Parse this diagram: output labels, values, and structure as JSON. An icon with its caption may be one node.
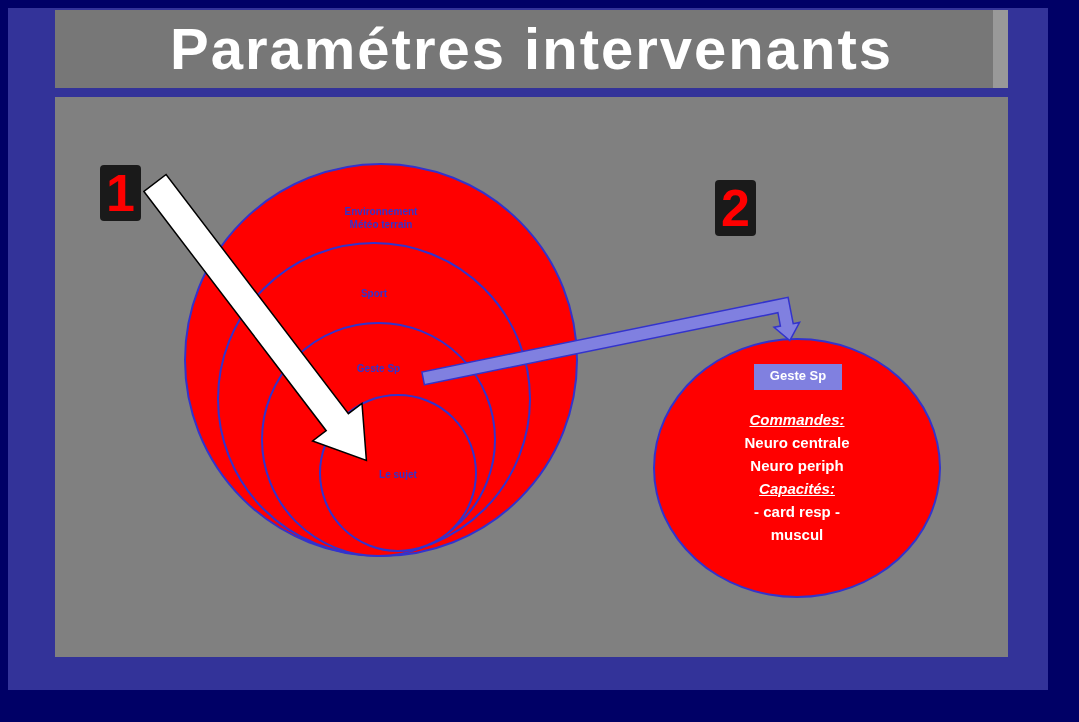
{
  "diagram": {
    "title": "Paramétres intervenants",
    "nodes": [
      {
        "text": [
          "Environnement Météo terrain"
        ]
      },
      {
        "text": [
          "Sport"
        ],
        "in": 0
      },
      {
        "text": [
          "Geste Sp"
        ],
        "in": 1
      },
      {
        "text": [
          "Le sujet"
        ],
        "in": 2
      },
      {
        "text": [
          "Commandes:",
          "Neuro centrale Neuro periph",
          "Capacités:",
          "- card resp -muscul"
        ]
      },
      {
        "text": [
          "Geste Sp"
        ],
        "in": 4
      }
    ],
    "edges": [
      {
        "from": null,
        "to": 3,
        "arrow": "to",
        "color": "#ffffff"
      },
      {
        "from": 2,
        "to": 4,
        "arrow": "to",
        "color": "#8080e0"
      }
    ],
    "labels": [
      "1",
      "2"
    ]
  }
}
